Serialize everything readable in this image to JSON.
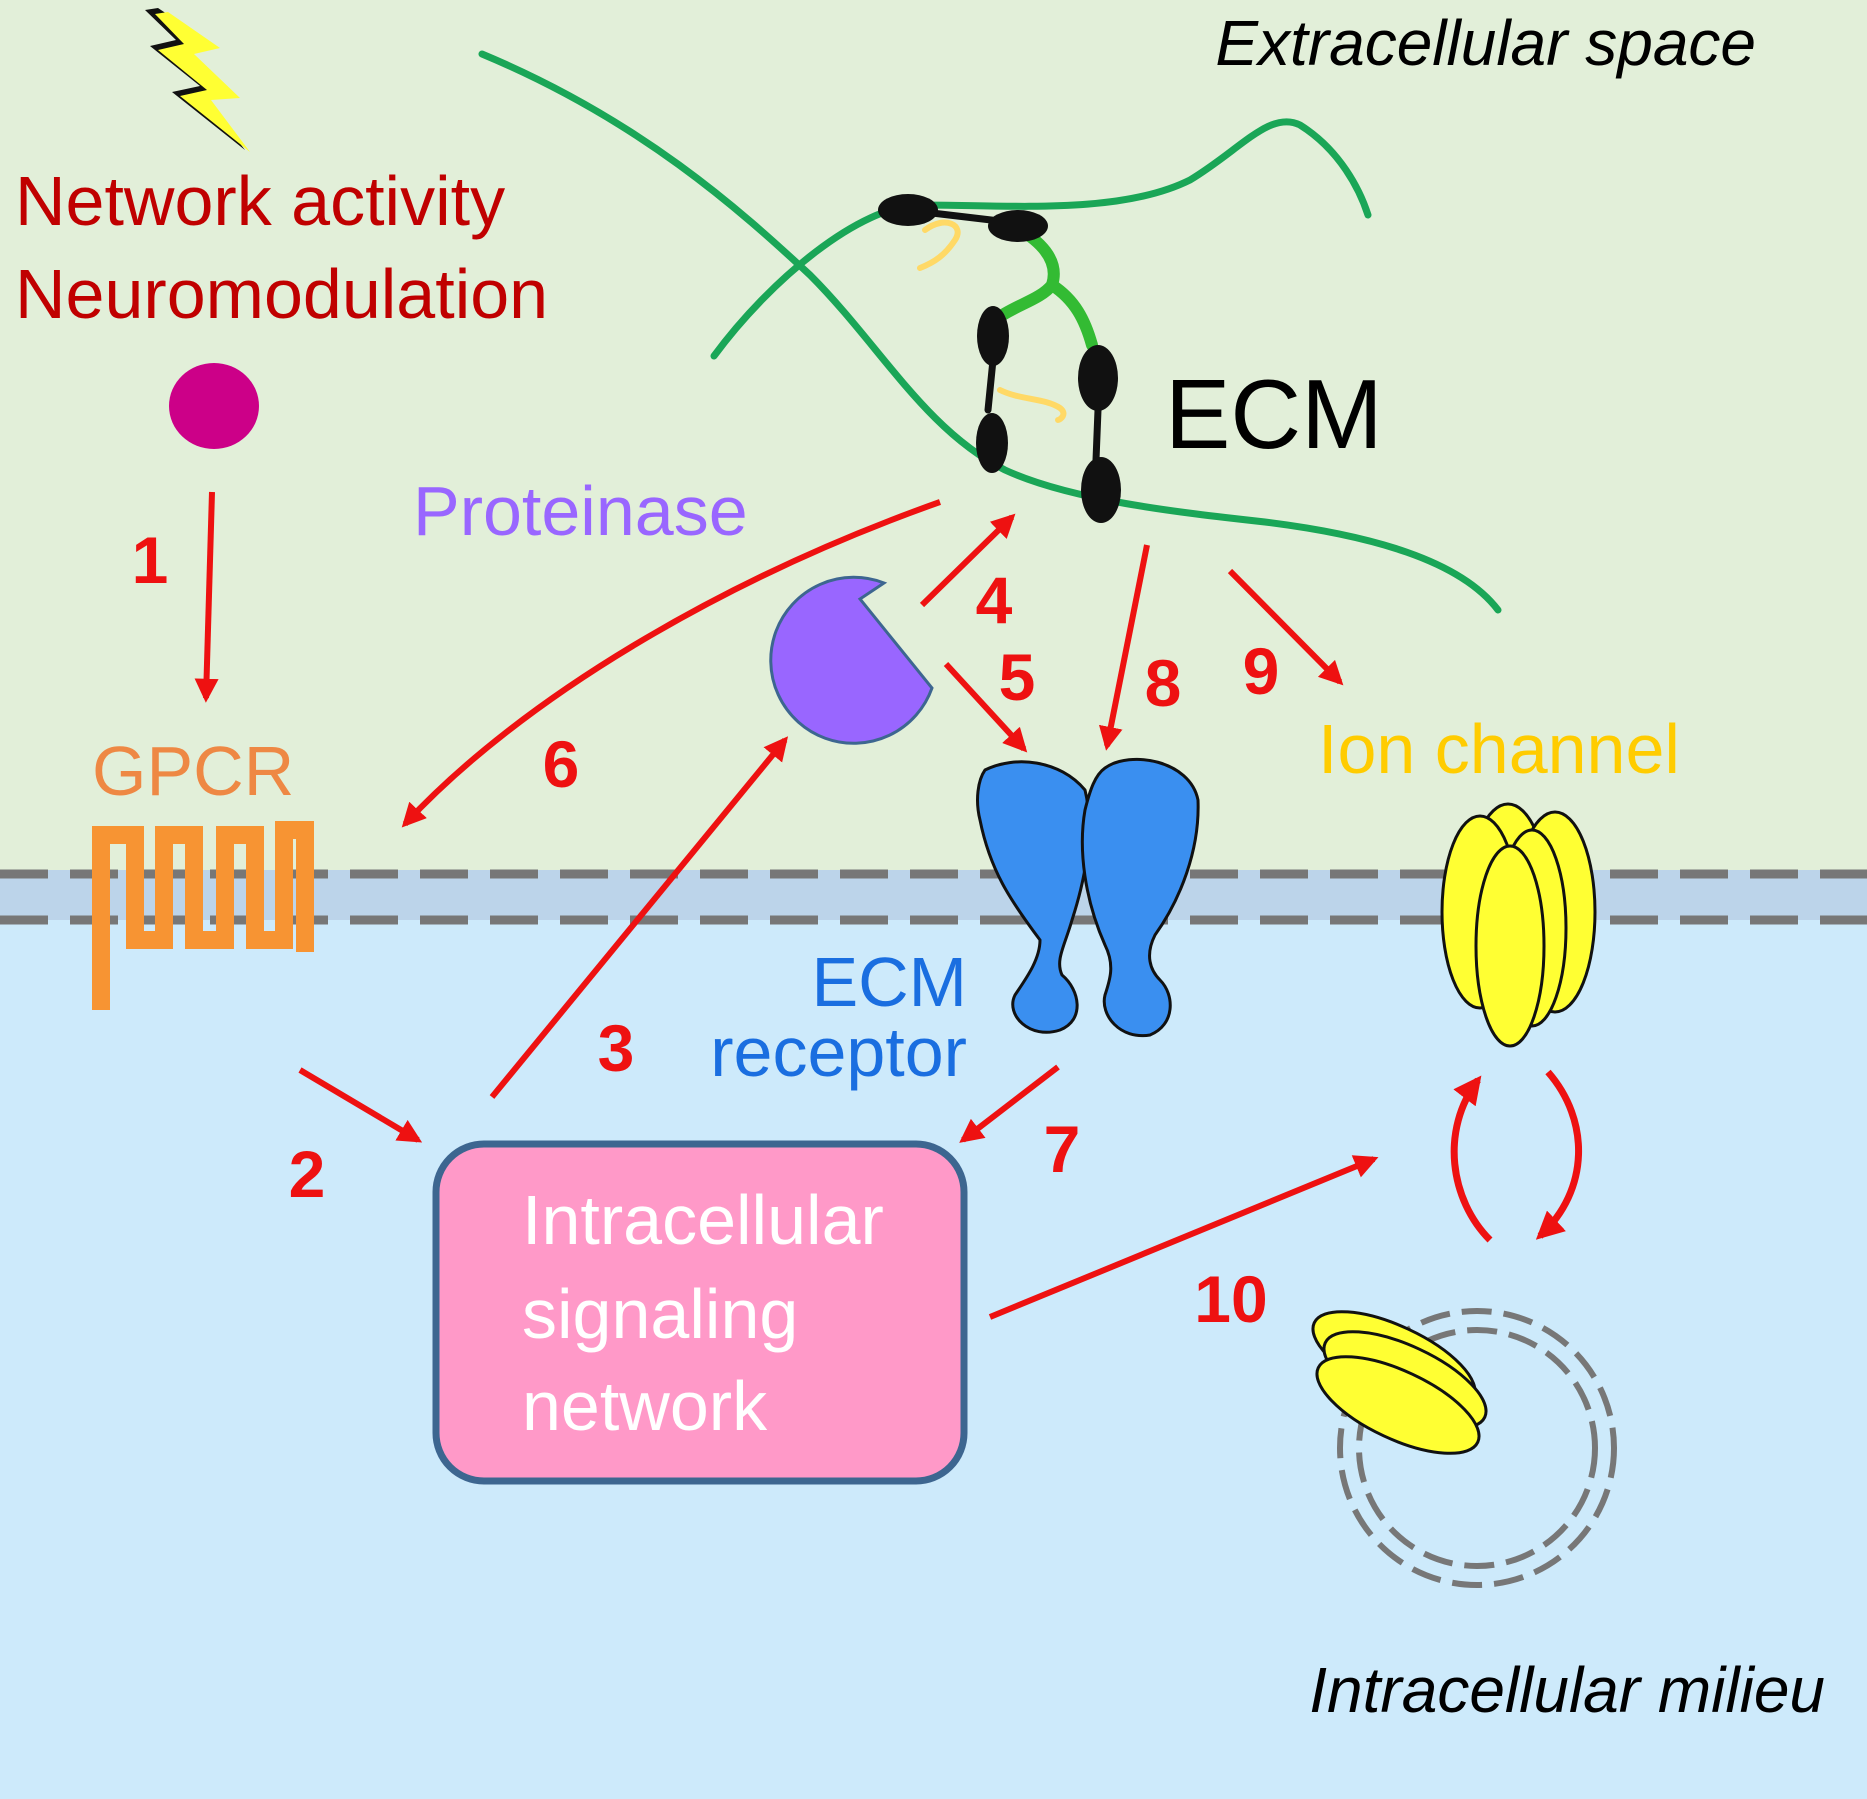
{
  "regions": {
    "extracellular": "Extracellular space",
    "intracellular": "Intracellular milieu"
  },
  "stimulus": {
    "line1": "Network activity",
    "line2": "Neuromodulation",
    "icon": "lightning-bolt-icon"
  },
  "components": {
    "ecm": "ECM",
    "proteinase": "Proteinase",
    "gpcr": "GPCR",
    "ecm_receptor_line1": "ECM",
    "ecm_receptor_line2": "receptor",
    "ion_channel": "Ion channel",
    "signaling_line1": "Intracellular",
    "signaling_line2": "signaling",
    "signaling_line3": "network"
  },
  "steps": [
    "1",
    "2",
    "3",
    "4",
    "5",
    "6",
    "7",
    "8",
    "9",
    "10"
  ],
  "colors": {
    "extracellular_bg": "#e2efd9",
    "membrane": "#bcd4ea",
    "intracellular_bg": "#cdeafb",
    "arrow": "#ee1111",
    "stimulus_text": "#c00000",
    "proteinase": "#9966ff",
    "gpcr": "#f79433",
    "gpcr_text": "#ee8844",
    "ecm_receptor": "#3a8ff0",
    "ecm_receptor_text": "#1a6ee0",
    "ion_channel": "#ffff33",
    "ion_channel_text": "#ffcc00",
    "signaling_box": "#ff99c8",
    "signaling_border": "#3d6690",
    "ecm_strand": "#1aa657",
    "ligand": "#cc0088"
  }
}
